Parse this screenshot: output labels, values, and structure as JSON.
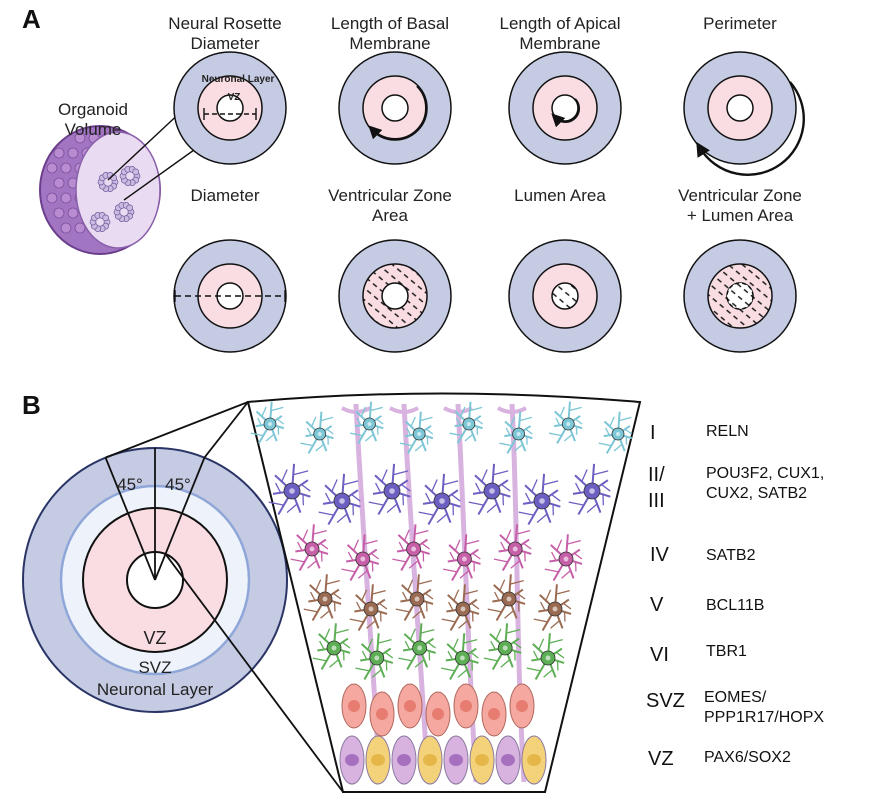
{
  "panel_a": {
    "label": "A",
    "organoid_label": "Organoid\nVolume",
    "measures": [
      {
        "title": "Neural Rosette\nDiameter",
        "inner1": "Neuronal Layer",
        "inner2": "VZ"
      },
      {
        "title": "Length of Basal\nMembrane"
      },
      {
        "title": "Length of Apical\nMembrane"
      },
      {
        "title": "Perimeter"
      },
      {
        "title": "Diameter"
      },
      {
        "title": "Ventricular Zone\nArea"
      },
      {
        "title": "Lumen Area"
      },
      {
        "title": "Ventricular Zone\n+ Lumen Area"
      }
    ]
  },
  "panel_b": {
    "label": "B",
    "angle_left": "45°",
    "angle_right": "45°",
    "zone_vz": "VZ",
    "zone_svz": "SVZ",
    "zone_neuronal": "Neuronal Layer",
    "layers": [
      {
        "roman": "I",
        "markers": "RELN"
      },
      {
        "roman": "II/\nIII",
        "markers": "POU3F2, CUX1,\nCUX2, SATB2"
      },
      {
        "roman": "IV",
        "markers": "SATB2"
      },
      {
        "roman": "V",
        "markers": "BCL11B"
      },
      {
        "roman": "VI",
        "markers": "TBR1"
      },
      {
        "roman": "SVZ",
        "markers": "EOMES/\nPPP1R17/HOPX"
      },
      {
        "roman": "VZ",
        "markers": "PAX6/SOX2"
      }
    ]
  },
  "colors": {
    "outer_zone": "#c5cbe3",
    "inner_zone": "#f9dde3",
    "svz_zone": "#eef3fb",
    "organoid": "#b98bd0",
    "layer_I": "#7cc6d6",
    "layer_II_III": "#6c5fc2",
    "layer_IV": "#c65fa8",
    "layer_V": "#9a6b52",
    "layer_VI": "#5dae55",
    "svz_cells": "#f4a8a0",
    "vz_cells": "#f3d27a",
    "radial_glia": "#d8b3e0"
  }
}
